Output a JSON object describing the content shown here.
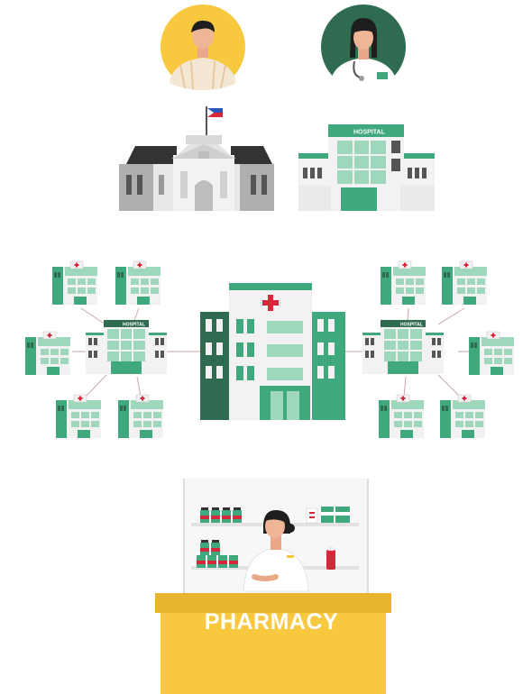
{
  "people": [
    {
      "role": "official",
      "icon": "official-person-icon",
      "badge_color": "#F8C93E"
    },
    {
      "role": "doctor",
      "icon": "doctor-icon",
      "badge_color": "#2E6B50"
    }
  ],
  "buildings": {
    "government_flag_icon": "philippine-flag-icon",
    "hospital_sign": "HOSPITAL",
    "network_left_sign": "HOSPITAL",
    "network_right_sign": "HOSPITAL"
  },
  "pharmacy": {
    "label": "PHARMACY",
    "counter_color": "#F8C93E"
  },
  "colors": {
    "green_dark": "#2E6B50",
    "green_mid": "#3FA87C",
    "green_light": "#9ED7BB",
    "grey_dark": "#555555",
    "grey_light": "#D9D9D9",
    "yellow": "#F8C93E",
    "red": "#D6283A"
  }
}
